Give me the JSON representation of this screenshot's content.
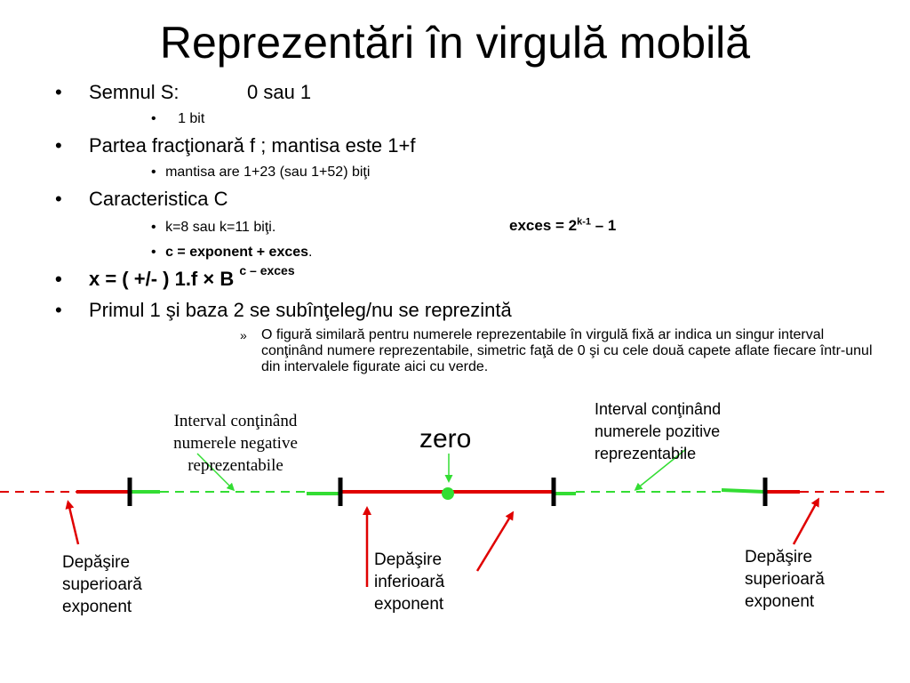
{
  "title": "Reprezentări în virgulă mobilă",
  "bullet_symbol": "•",
  "sub_bullet_symbol": "•",
  "note_symbol": "»",
  "bullets": {
    "sign": {
      "label": "Semnul S:",
      "value": "0  sau  1",
      "sub": "1 bit"
    },
    "fraction": {
      "text": "Partea fracţionară f ; mantisa este 1+f",
      "sub": "mantisa are 1+23 (sau 1+52) biţi"
    },
    "characteristic": {
      "text": "Caracteristica C",
      "sub1": "k=8 sau k=11 biţi.",
      "excess_prefix": "exces = 2",
      "excess_exp": "k-1",
      "excess_suffix": " – 1",
      "sub2_bold": "c = exponent + exces",
      "sub2_end": "."
    },
    "formula": {
      "main": "x = ( +/- ) 1.f × B ",
      "exp": "c – exces"
    },
    "implicit": {
      "text": "Primul 1 şi baza 2 se subînţeleg/nu se reprezintă",
      "note": "O figură similară pentru numerele reprezentabile în virgulă fixă ar indica un singur interval conţinând numere reprezentabile, simetric faţă de 0 şi cu cele două capete aflate fiecare într-unul din intervalele figurate aici cu verde."
    }
  },
  "diagram": {
    "label_negative": "Interval conţinând numerele negative reprezentabile",
    "label_positive": "Interval conţinând numerele pozitive reprezentabile",
    "label_zero": "zero",
    "label_overflow_left": "Depăşire superioară exponent",
    "label_underflow": "Depăşire inferioară exponent",
    "label_overflow_right": "Depăşire superioară exponent",
    "colors": {
      "overflow": "#e00000",
      "representable": "#33dd33",
      "tick": "#000000"
    }
  }
}
